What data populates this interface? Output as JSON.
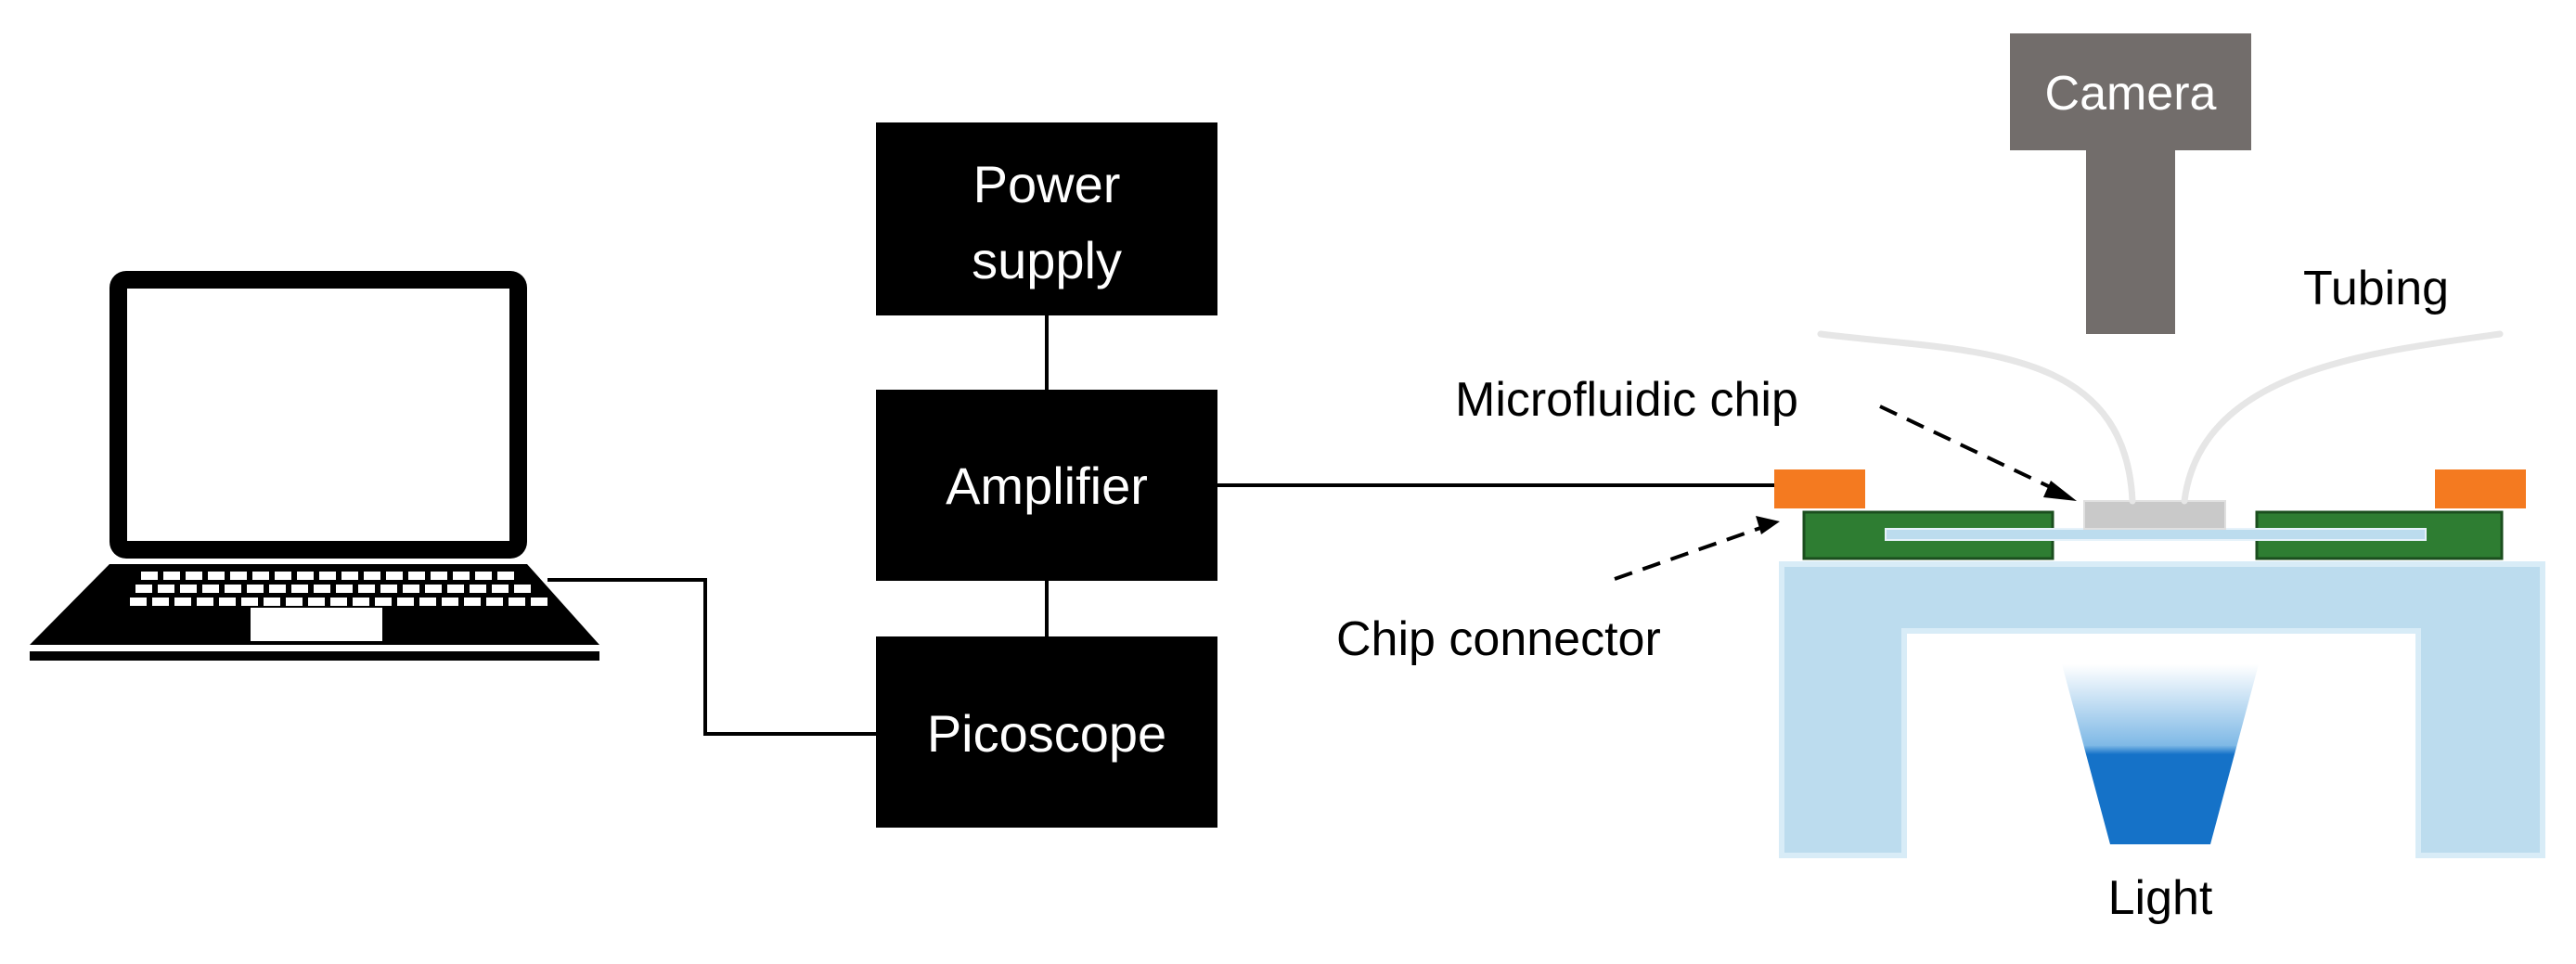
{
  "diagram": {
    "blocks": {
      "power_supply": [
        "Power",
        "supply"
      ],
      "amplifier": "Amplifier",
      "picoscope": "Picoscope",
      "camera": "Camera"
    },
    "labels": {
      "tubing": "Tubing",
      "microfluidic_chip": "Microfluidic chip",
      "chip_connector": "Chip connector",
      "light": "Light"
    },
    "colors": {
      "block": "#000000",
      "block_text": "#ffffff",
      "camera": "#726d6b",
      "connector": "#f47a20",
      "pcb": "#2e7d32",
      "stage": "#bcdcee",
      "light_top": "#d8ecfa",
      "light_bottom": "#1572c8",
      "tubing": "#e6e6e6",
      "chip": "#c9c9c9"
    }
  }
}
